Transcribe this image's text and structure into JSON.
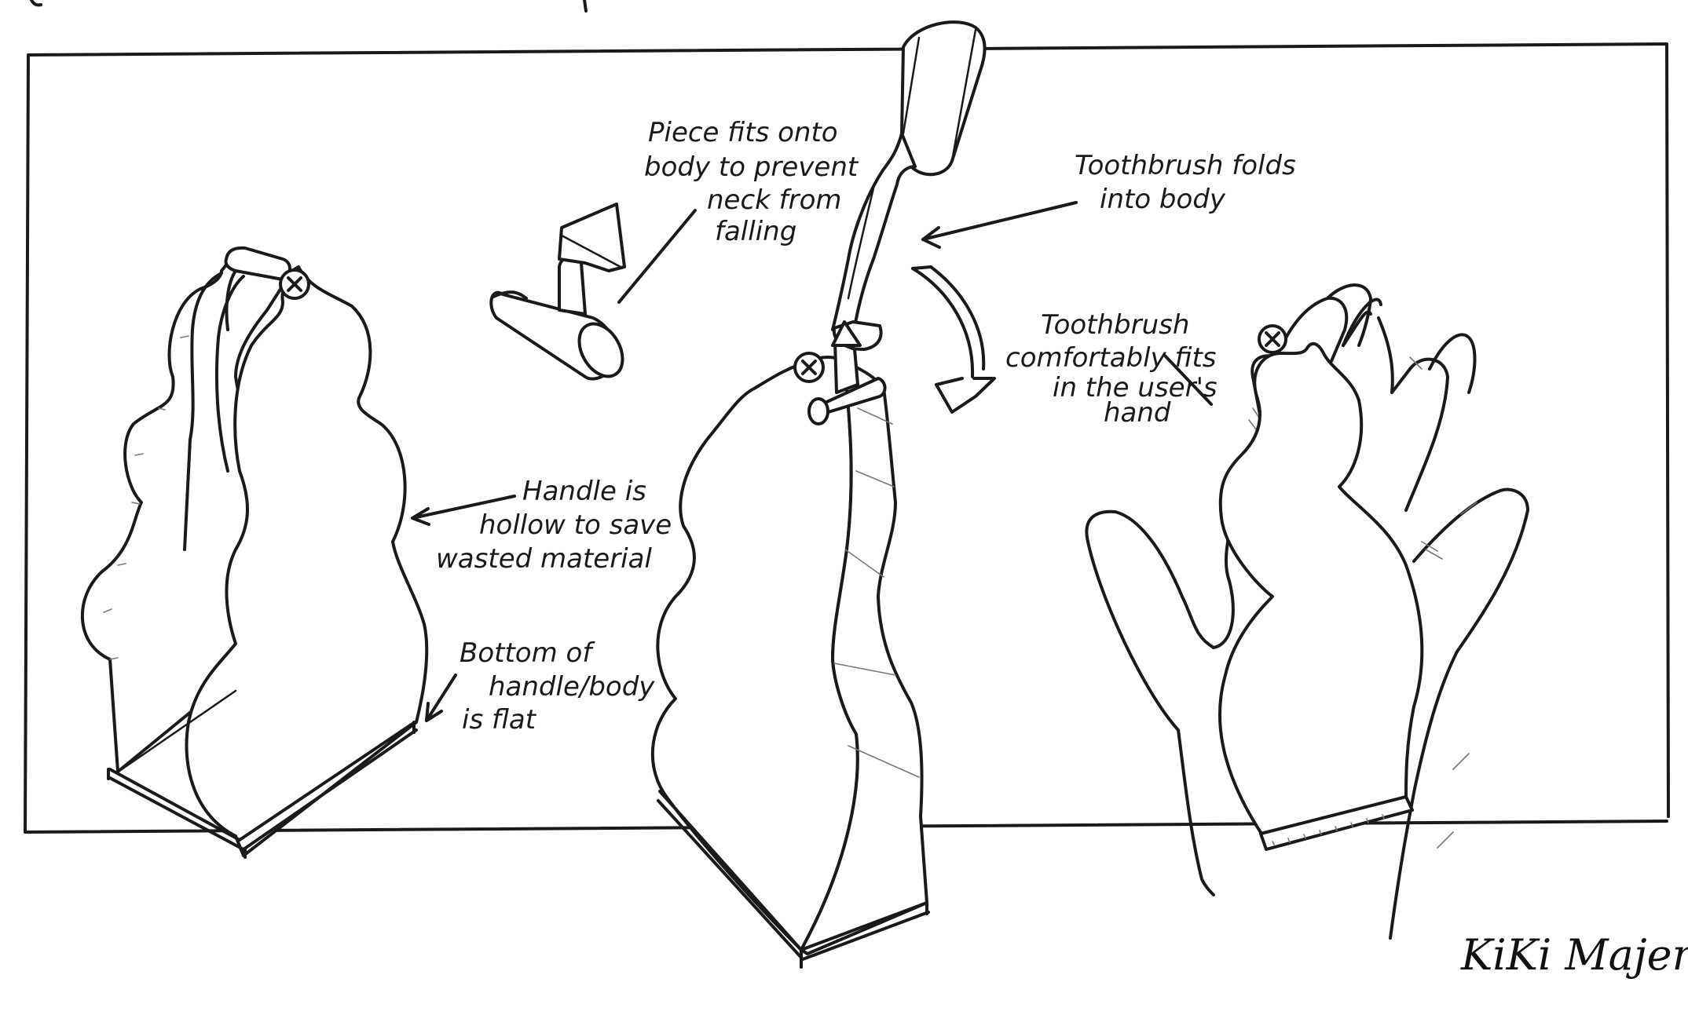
{
  "annotations": {
    "piece_fits": [
      "Piece fits onto",
      "body to prevent",
      "neck from",
      "falling"
    ],
    "folds": [
      "Toothbrush folds",
      "into body"
    ],
    "hand_fit": [
      "Toothbrush",
      "comfortably fits",
      "in the user's",
      "hand"
    ],
    "hollow": [
      "Handle is",
      "hollow to save",
      "wasted material"
    ],
    "flat_bottom": [
      "Bottom of",
      "handle/body",
      "is flat"
    ]
  },
  "signature": "KiKi Majerac",
  "screw_mark": "×"
}
